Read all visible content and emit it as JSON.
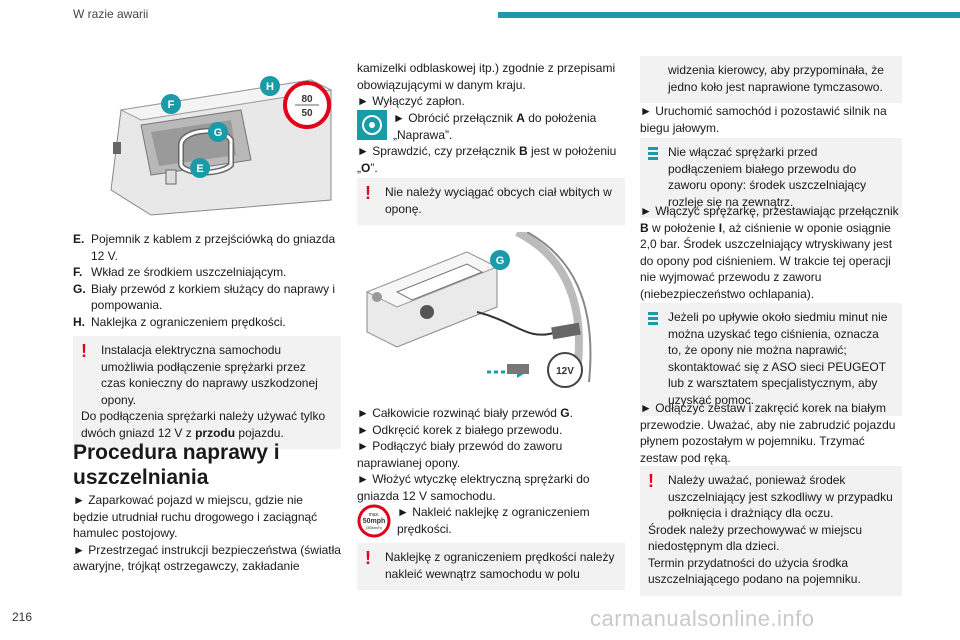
{
  "header": {
    "title": "W razie awarii"
  },
  "page_number": "216",
  "watermark": "carmanualsonline.info",
  "colors": {
    "accent": "#199ca8",
    "warning": "#e2001a"
  },
  "col1": {
    "figure_labels": [
      "F",
      "H",
      "G",
      "E"
    ],
    "sticker_speeds": [
      "80",
      "50"
    ],
    "legend": [
      {
        "key": "E.",
        "text": "Pojemnik z kablem z przejściówką do gniazda 12 V."
      },
      {
        "key": "F.",
        "text": "Wkład ze środkiem uszczelniającym."
      },
      {
        "key": "G.",
        "text": "Biały przewód z korkiem służący do naprawy i pompowania."
      },
      {
        "key": "H.",
        "text": "Naklejka z ograniczeniem prędkości."
      }
    ],
    "warning1": {
      "line1": "Instalacja elektryczna samochodu umożliwia podłączenie sprężarki przez czas konieczny do naprawy uszkodzonej opony.",
      "line2_pre": "Do podłączenia sprężarki należy używać tylko dwóch gniazd 12 V z ",
      "line2_bold": "przodu",
      "line2_post": " pojazdu."
    },
    "heading": "Procedura naprawy i uszczelniania",
    "steps": [
      "► Zaparkować pojazd w miejscu, gdzie nie będzie utrudniał ruchu drogowego i zaciągnąć hamulec postojowy.",
      "► Przestrzegać instrukcji bezpieczeństwa (światła awaryjne, trójkąt ostrzegawczy, zakładanie"
    ]
  },
  "col2": {
    "intro": "kamizelki odblaskowej itp.) zgodnie z przepisami obowiązującymi w danym kraju.",
    "step_ignition": "► Wyłączyć zapłon.",
    "step_turn_pre": "► Obrócić przełącznik ",
    "step_turn_key": "A",
    "step_turn_post": " do położenia „Naprawa”.",
    "step_check_pre": "► Sprawdzić, czy przełącznik ",
    "step_check_key": "B",
    "step_check_mid": " jest w położeniu „",
    "step_check_pos": "O",
    "step_check_post": "”.",
    "warning2": "Nie należy wyciągać obcych ciał wbitych w oponę.",
    "figure_label": "G",
    "socket_label": "12V",
    "steps": [
      {
        "pre": "► Całkowicie rozwinąć biały przewód ",
        "key": "G",
        "post": "."
      },
      {
        "pre": "► Odkręcić korek z białego przewodu.",
        "key": "",
        "post": ""
      },
      {
        "pre": "► Podłączyć biały przewód do zaworu naprawianej opony.",
        "key": "",
        "post": ""
      },
      {
        "pre": "► Włożyć wtyczkę elektryczną sprężarki do gniazda 12 V samochodu.",
        "key": "",
        "post": ""
      }
    ],
    "sticker_icon": {
      "line1": "max.",
      "line2": "50mph",
      "line3": "(80km/h)"
    },
    "step_sticker": "► Nakleić naklejkę z ograniczeniem prędkości.",
    "warning3": "Naklejkę z ograniczeniem prędkości należy nakleić wewnątrz samochodu w polu"
  },
  "col3": {
    "box_cont": "widzenia kierowcy, aby przypominała, że jedno koło jest naprawione tymczasowo.",
    "step_engine": "► Uruchomić samochód i pozostawić silnik na biegu jałowym.",
    "info1": "Nie włączać sprężarki przed podłączeniem białego przewodu do zaworu opony: środek uszczelniający rozleje się na zewnątrz.",
    "step_compressor_pre": "► Włączyć sprężarkę, przestawiając przełącznik ",
    "step_compressor_key": "B",
    "step_compressor_mid": " w położenie ",
    "step_compressor_pos": "I",
    "step_compressor_post": ", aż ciśnienie w oponie osiągnie 2,0 bar. Środek uszczelniający wtryskiwany jest do opony pod ciśnieniem. W trakcie tej operacji nie wyjmować przewodu z zaworu (niebezpieczeństwo ochlapania).",
    "info2": "Jeżeli po upływie około siedmiu minut nie można uzyskać tego ciśnienia, oznacza to, że opony nie można naprawić; skontaktować się z ASO sieci PEUGEOT lub z warsztatem specjalistycznym, aby uzyskać pomoc.",
    "step_disconnect": "► Odłączyć zestaw i zakręcić korek na białym przewodzie. Uważać, aby nie zabrudzić pojazdu płynem pozostałym w pojemniku. Trzymać zestaw pod ręką.",
    "warning4_l1": "Należy uważać, ponieważ środek uszczelniający jest szkodliwy w przypadku połknięcia i drażniący dla oczu.",
    "warning4_l2": "Środek należy przechowywać w miejscu niedostępnym dla dzieci.",
    "warning4_l3": "Termin przydatności do użycia środka uszczelniającego podano na pojemniku."
  }
}
